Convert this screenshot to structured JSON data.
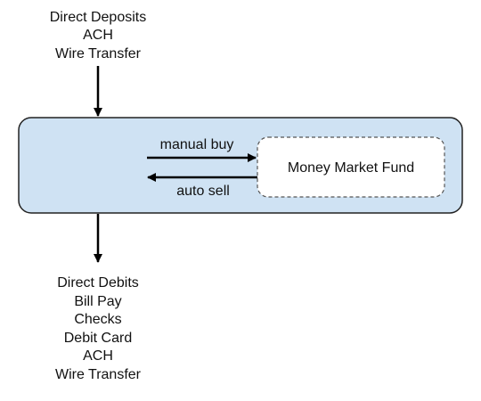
{
  "diagram": {
    "inflows": {
      "lines": [
        "Direct Deposits",
        "ACH",
        "Wire Transfer"
      ]
    },
    "account_box": {
      "fill_color": "#cfe2f3",
      "border_color": "#222222"
    },
    "fund_box": {
      "label": "Money Market Fund",
      "fill_color": "#ffffff",
      "border_color": "#555555"
    },
    "arrows": {
      "manual_buy": "manual buy",
      "auto_sell": "auto sell"
    },
    "outflows": {
      "lines": [
        "Direct Debits",
        "Bill Pay",
        "Checks",
        "Debit Card",
        "ACH",
        "Wire Transfer"
      ]
    }
  }
}
